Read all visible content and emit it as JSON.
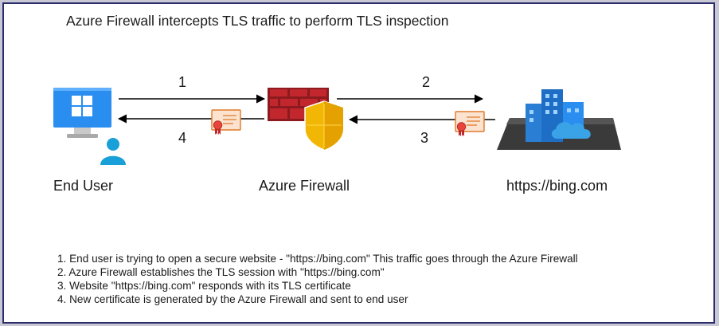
{
  "title": "Azure Firewall intercepts TLS traffic to perform TLS inspection",
  "nodes": {
    "end_user": "End User",
    "firewall": "Azure Firewall",
    "website": "https://bing.com"
  },
  "arrows": {
    "a1": "1",
    "a2": "2",
    "a3": "3",
    "a4": "4"
  },
  "steps": [
    "1. End user is trying to open a secure website - \"https://bing.com\" This traffic goes through the Azure Firewall",
    "2. Azure Firewall establishes the TLS session with \"https://bing.com\"",
    "3. Website \"https://bing.com\" responds with its TLS certificate",
    "4. New certificate is generated by the Azure Firewall and sent to end user"
  ],
  "icons": {
    "end_user": "windows-monitor-user-icon",
    "firewall": "firewall-shield-icon",
    "website": "city-buildings-cloud-icon",
    "certificate": "certificate-icon"
  },
  "colors": {
    "frame": "#2b2d6a",
    "firewall_red": "#c1272d",
    "shield_gold": "#f2b705",
    "monitor_blue": "#2a8ef0",
    "user_blue": "#1aa0d8"
  }
}
